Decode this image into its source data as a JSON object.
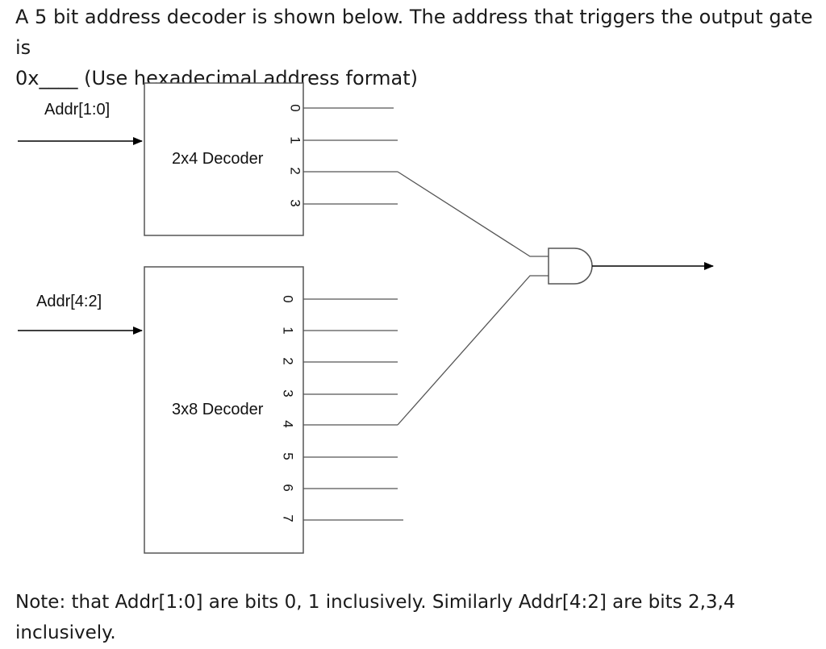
{
  "question": {
    "line1": "A 5 bit address decoder is shown below. The address that triggers the output gate is",
    "line2": "0x____ (Use hexadecimal address format)"
  },
  "diagram": {
    "input_top": "Addr[1:0]",
    "input_bottom": "Addr[4:2]",
    "decoder_top": {
      "label": "2x4 Decoder",
      "pins": [
        "0",
        "1",
        "2",
        "3"
      ]
    },
    "decoder_bottom": {
      "label": "3x8 Decoder",
      "pins": [
        "0",
        "1",
        "2",
        "3",
        "4",
        "5",
        "6",
        "7"
      ]
    }
  },
  "note": {
    "text": "Note: that Addr[1:0] are bits 0, 1 inclusively. Similarly Addr[4:2] are bits 2,3,4 inclusively."
  }
}
